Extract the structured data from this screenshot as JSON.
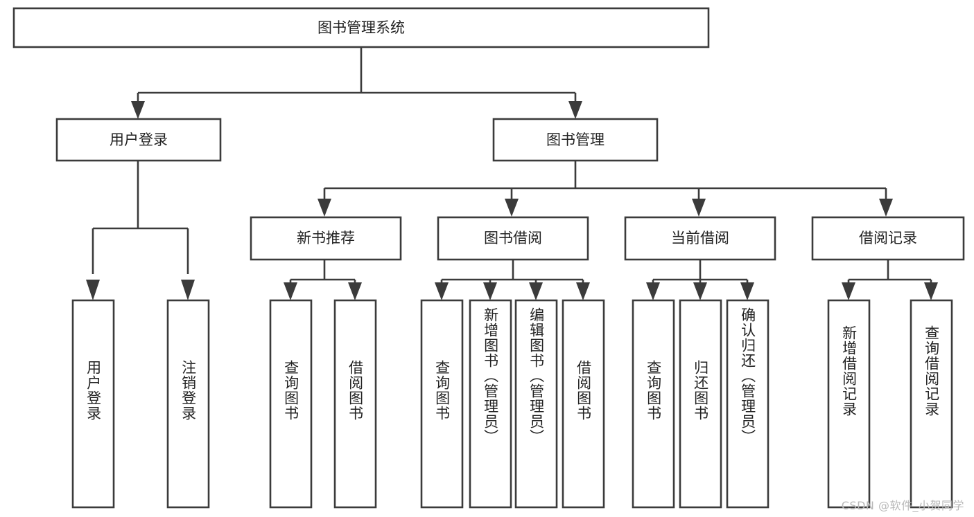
{
  "diagram": {
    "type": "tree-hierarchy",
    "title": "图书管理系统",
    "orientation": "top-down",
    "colors": {
      "box_stroke": "#3b3b3b",
      "box_fill": "#ffffff",
      "text": "#222222",
      "background": "#ffffff",
      "watermark": "#b9b9b9"
    },
    "root": {
      "label": "图书管理系统"
    },
    "level2": [
      {
        "id": "user-login",
        "label": "用户登录"
      },
      {
        "id": "book-manage",
        "label": "图书管理"
      }
    ],
    "level3": [
      {
        "id": "new-book-recommend",
        "label": "新书推荐",
        "parent": "book-manage"
      },
      {
        "id": "book-borrow",
        "label": "图书借阅",
        "parent": "book-manage"
      },
      {
        "id": "current-borrow",
        "label": "当前借阅",
        "parent": "book-manage"
      },
      {
        "id": "borrow-record",
        "label": "借阅记录",
        "parent": "book-manage"
      }
    ],
    "leaves": [
      {
        "id": "leaf-user-login",
        "label": "用户登录",
        "parent": "user-login"
      },
      {
        "id": "leaf-user-logout",
        "label": "注销登录",
        "parent": "user-login"
      },
      {
        "id": "leaf-query-book-1",
        "label": "查询图书",
        "parent": "new-book-recommend"
      },
      {
        "id": "leaf-borrow-book-1",
        "label": "借阅图书",
        "parent": "new-book-recommend"
      },
      {
        "id": "leaf-query-book-2",
        "label": "查询图书",
        "parent": "book-borrow"
      },
      {
        "id": "leaf-add-book",
        "label": "新增图书（管理员）",
        "parent": "book-borrow"
      },
      {
        "id": "leaf-edit-book",
        "label": "编辑图书（管理员）",
        "parent": "book-borrow"
      },
      {
        "id": "leaf-borrow-book-2",
        "label": "借阅图书",
        "parent": "book-borrow"
      },
      {
        "id": "leaf-query-book-3",
        "label": "查询图书",
        "parent": "current-borrow"
      },
      {
        "id": "leaf-return-book",
        "label": "归还图书",
        "parent": "current-borrow"
      },
      {
        "id": "leaf-confirm-return",
        "label": "确认归还（管理员）",
        "parent": "current-borrow"
      },
      {
        "id": "leaf-add-record",
        "label": "新增借阅记录",
        "parent": "borrow-record"
      },
      {
        "id": "leaf-query-record",
        "label": "查询借阅记录",
        "parent": "borrow-record"
      }
    ],
    "watermark": "CSDN @软件_小贺同学"
  }
}
